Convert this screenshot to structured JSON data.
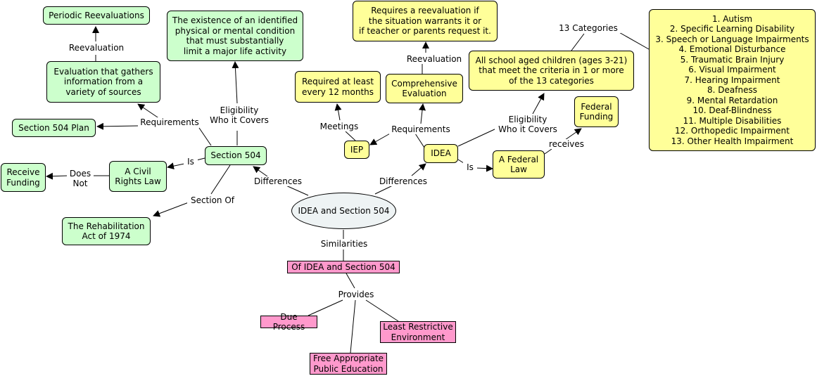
{
  "center": {
    "text": "IDEA and Section 504"
  },
  "section504": {
    "name": "Section 504",
    "periodic": "Periodic Reevaluations",
    "evaluation": "Evaluation that gathers\ninformation from a\nvariety of sources",
    "plan": "Section 504 Plan",
    "existence": "The existence of an identified\nphysical or mental condition\nthat must substantially\nlimit a major life activity",
    "civil": "A Civil\nRights Law",
    "receive": "Receive\nFunding",
    "rehab": "The Rehabilitation\nAct of 1974"
  },
  "idea": {
    "name": "IDEA",
    "iep": "IEP",
    "meetings12": "Required at least\nevery 12 months",
    "comprehensive": "Comprehensive\nEvaluation",
    "reevalRequest": "Requires a reevaluation if\nthe situation warrants it or\nif teacher or parents request it.",
    "children": "All school aged children (ages 3-21)\nthat meet the criteria in 1 or more\nof the 13 categories",
    "categories": "1. Autism\n2. Specific Learning Disability\n3. Speech or Language Impairments\n4. Emotional Disturbance\n5. Traumatic Brain Injury\n6. Visual Impairment\n7. Hearing Impairment\n8. Deafness\n9. Mental Retardation\n10. Deaf-Blindness\n11. Multiple Disabilities\n12. Orthopedic Impairment\n13. Other Health Impairment",
    "federalLaw": "A Federal\nLaw",
    "federalFunding": "Federal\nFunding"
  },
  "similar": {
    "of": "Of IDEA and Section 504",
    "due": "Due Process",
    "fape": "Free Appropriate\nPublic Education",
    "lre": "Least Restrictive\nEnvironment"
  },
  "labels": {
    "reevaluation": "Reevaluation",
    "requirements": "Requirements",
    "eligibility": "Eligibility\nWho it Covers",
    "is": "Is",
    "doesNot": "Does\nNot",
    "sectionOf": "Section Of",
    "differences": "Differences",
    "meetings": "Meetings",
    "categories13": "13 Categories",
    "receives": "receives",
    "similarities": "Similarities",
    "provides": "Provides"
  },
  "colors": {
    "section504_nodes": "#ccffcc",
    "idea_nodes": "#ffff99",
    "similarity_nodes": "#ff99cc",
    "center_node": "#eef3f4"
  }
}
